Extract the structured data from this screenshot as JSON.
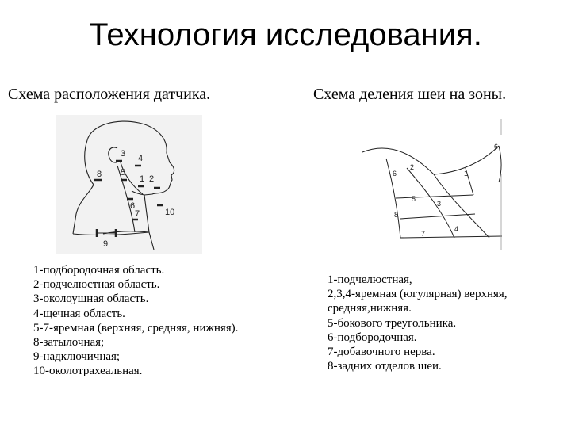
{
  "title": "Технология исследования.",
  "left": {
    "subtitle": "Схема расположения датчика.",
    "diagram_labels": [
      "3",
      "4",
      "5",
      "8",
      "1",
      "2",
      "6",
      "7",
      "10",
      "9"
    ],
    "legend": [
      "1-подбородочная область.",
      "2-подчелюстная область.",
      "3-околоушная область.",
      "4-щечная область.",
      "5-7-яремная (верхняя, средняя, нижняя).",
      "8-затылочная;",
      "9-надключичная;",
      "10-околотрахеальная."
    ]
  },
  "right": {
    "subtitle": "Схема деления шеи на зоны.",
    "diagram_labels": [
      "6",
      "6",
      "2",
      "1",
      "3",
      "5",
      "4",
      "7",
      "8"
    ],
    "legend": [
      "1-подчелюстная,",
      "2,3,4-яремная (югулярная) верхняя,",
      "средняя,нижняя.",
      "5-бокового треугольника.",
      "6-подбородочная.",
      "7-добавочного нерва.",
      "8-задних отделов шеи."
    ]
  }
}
